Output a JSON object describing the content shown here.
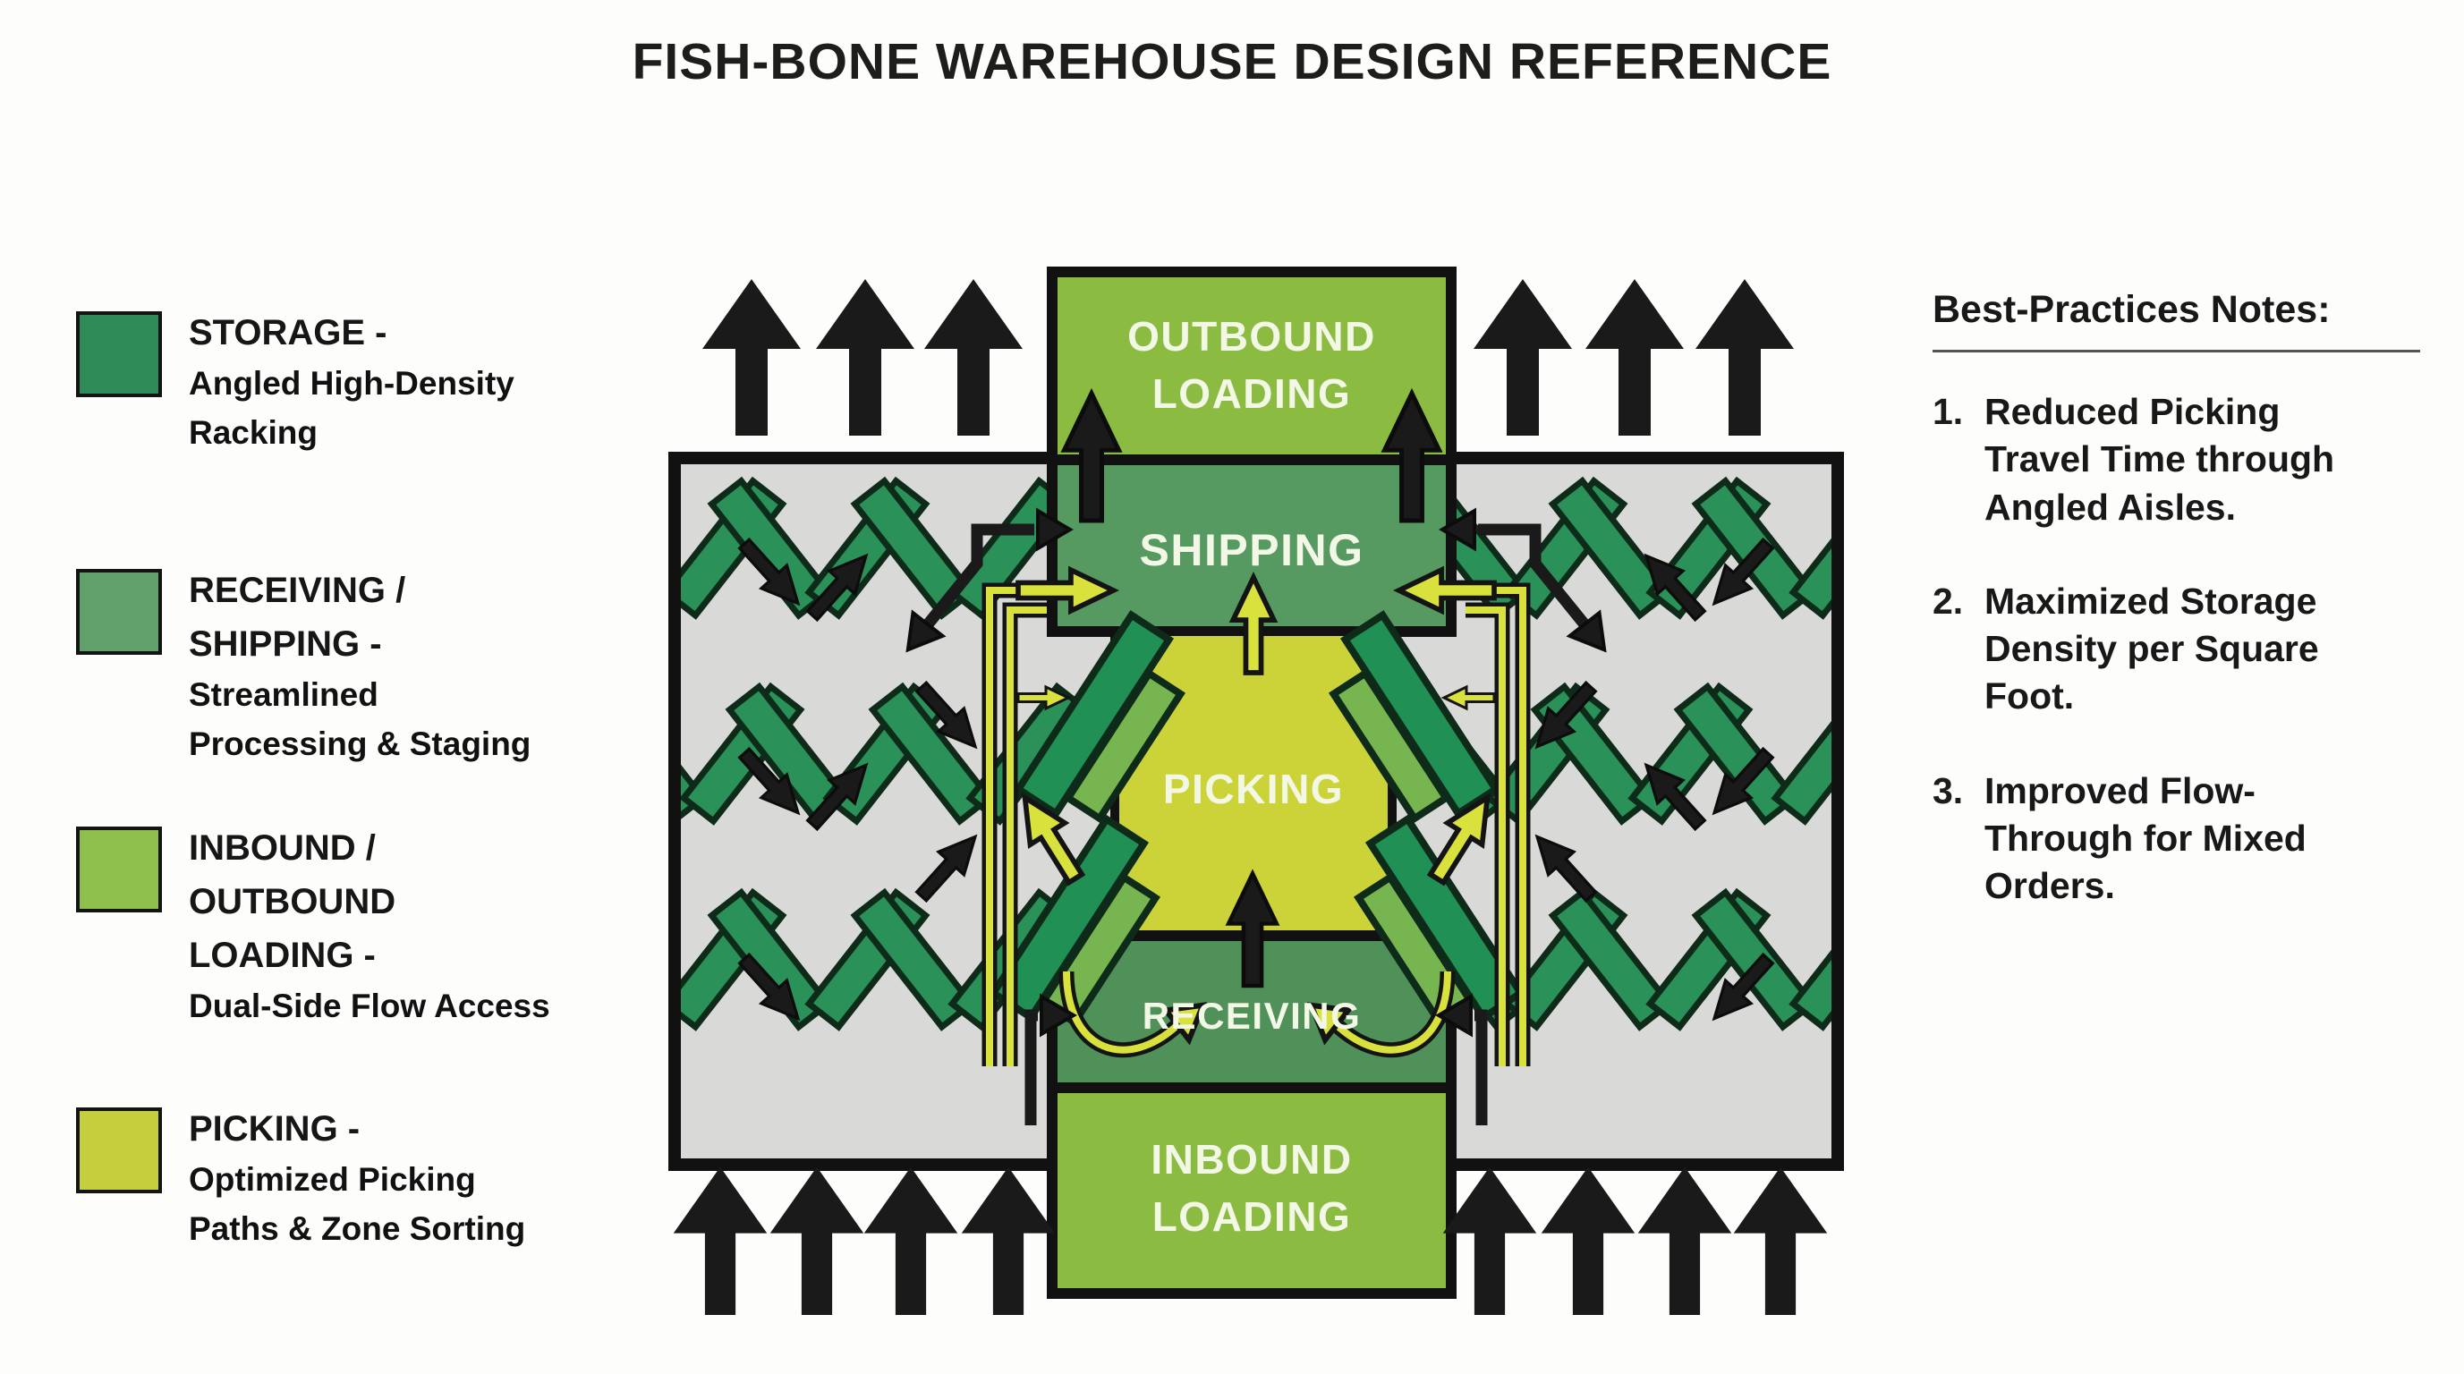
{
  "title": "FISH-BONE WAREHOUSE DESIGN REFERENCE",
  "legend": {
    "items": [
      {
        "swatch_color": "#2e8b57",
        "title": "STORAGE -",
        "description": "Angled High-Density Racking"
      },
      {
        "swatch_color": "#61a06a",
        "title": "RECEIVING / SHIPPING -",
        "description": "Streamlined Processing & Staging"
      },
      {
        "swatch_color": "#8fbf4d",
        "title": "INBOUND / OUTBOUND LOADING -",
        "description": "Dual-Side Flow Access"
      },
      {
        "swatch_color": "#c5cf3e",
        "title": "PICKING -",
        "description": "Optimized Picking Paths & Zone Sorting"
      }
    ]
  },
  "diagram": {
    "floor_color": "#d9d9d7",
    "rack_color": "#2a9158",
    "rack_dark": "#219055",
    "rack_light": "#76b54f",
    "flow_color": "#d9e13d",
    "arrow_color": "#1a1a1a",
    "zones": {
      "outbound_loading": {
        "label": "OUTBOUND LOADING",
        "lines": [
          "OUTBOUND",
          "LOADING"
        ],
        "color": "#8cbb41"
      },
      "shipping": {
        "label": "SHIPPING",
        "lines": [
          "SHIPPING"
        ],
        "color": "#569a61"
      },
      "picking": {
        "label": "PICKING",
        "lines": [
          "PICKING"
        ],
        "color": "#ccd338"
      },
      "receiving": {
        "label": "RECEIVING",
        "lines": [
          "RECEIVING"
        ],
        "color": "#4f9158"
      },
      "inbound_loading": {
        "label": "INBOUND LOADING",
        "lines": [
          "INBOUND",
          "LOADING"
        ],
        "color": "#8cbb41"
      }
    }
  },
  "notes": {
    "heading": "Best-Practices Notes:",
    "items": [
      {
        "number": "1.",
        "text": "Reduced Picking Travel Time through Angled Aisles."
      },
      {
        "number": "2.",
        "text": "Maximized Storage Density per Square Foot."
      },
      {
        "number": "3.",
        "text": "Improved Flow-Through for Mixed Orders."
      }
    ]
  }
}
